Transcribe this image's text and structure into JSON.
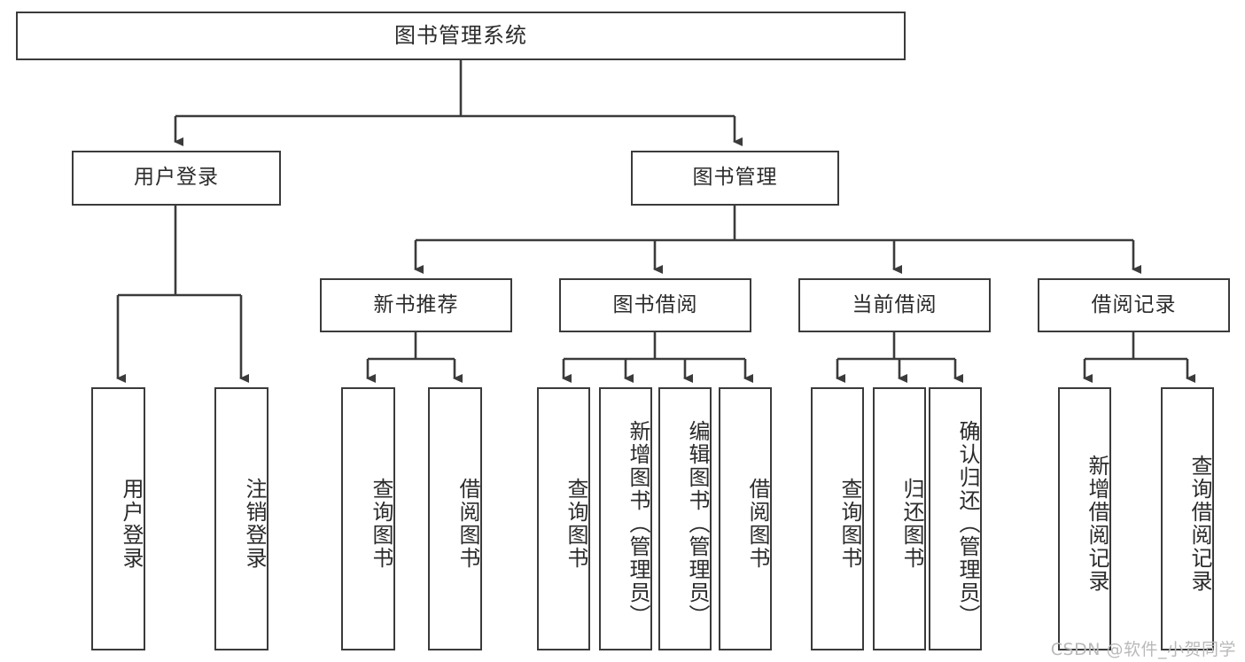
{
  "diagram": {
    "type": "tree-hierarchy",
    "title": "图书管理系统",
    "watermark": "CSDN @软件_小贺同学",
    "colors": {
      "box_border": "#3b3b3b",
      "box_fill": "#ffffff",
      "connector": "#3b3b3b",
      "text": "#2b2b2b",
      "watermark": "#b9b9b9",
      "background": "#ffffff"
    },
    "nodes": {
      "root": {
        "label": "图书管理系统"
      },
      "level2": [
        {
          "id": "user-login",
          "label": "用户登录"
        },
        {
          "id": "book-manage",
          "label": "图书管理"
        }
      ],
      "level3": [
        {
          "id": "new-book-recommend",
          "label": "新书推荐"
        },
        {
          "id": "book-borrow",
          "label": "图书借阅"
        },
        {
          "id": "current-borrow",
          "label": "当前借阅"
        },
        {
          "id": "borrow-record",
          "label": "借阅记录"
        }
      ],
      "leaves": {
        "user-login": [
          {
            "id": "leaf-user-login",
            "label": "用户登录"
          },
          {
            "id": "leaf-logout-login",
            "label": "注销登录"
          }
        ],
        "new-book-recommend": [
          {
            "id": "leaf-query-book-1",
            "label": "查询图书"
          },
          {
            "id": "leaf-borrow-book-1",
            "label": "借阅图书"
          }
        ],
        "book-borrow": [
          {
            "id": "leaf-query-book-2",
            "label": "查询图书"
          },
          {
            "id": "leaf-add-book",
            "label": "新增图书（管理员）"
          },
          {
            "id": "leaf-edit-book",
            "label": "编辑图书（管理员）"
          },
          {
            "id": "leaf-borrow-book-2",
            "label": "借阅图书"
          }
        ],
        "current-borrow": [
          {
            "id": "leaf-query-book-3",
            "label": "查询图书"
          },
          {
            "id": "leaf-return-book",
            "label": "归还图书"
          },
          {
            "id": "leaf-confirm-return",
            "label": "确认归还（管理员）"
          }
        ],
        "borrow-record": [
          {
            "id": "leaf-add-record",
            "label": "新增借阅记录"
          },
          {
            "id": "leaf-query-record",
            "label": "查询借阅记录"
          }
        ]
      }
    }
  }
}
